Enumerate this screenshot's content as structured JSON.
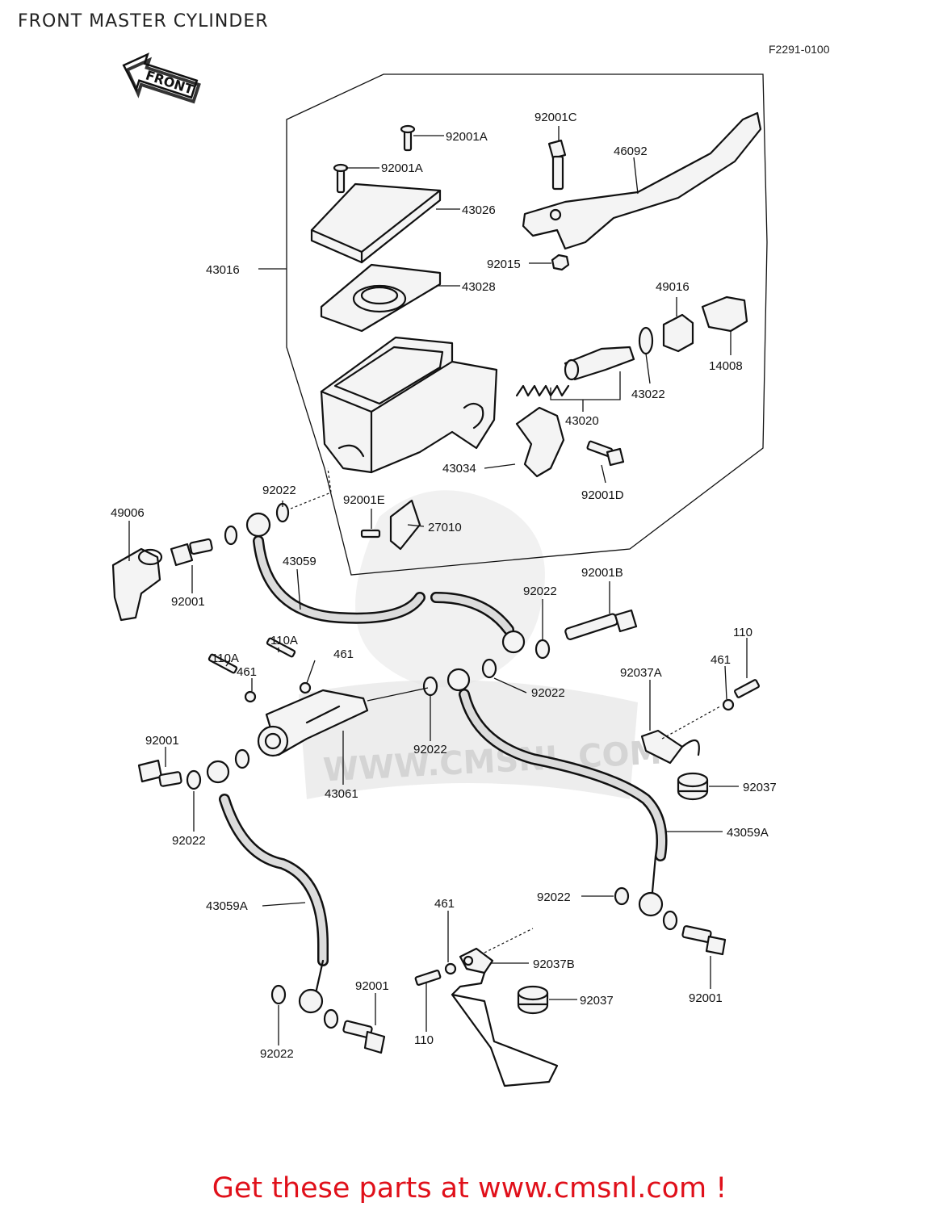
{
  "title": "FRONT MASTER CYLINDER",
  "diagram_code": "F2291-0100",
  "front_arrow_label": "FRONT",
  "watermark_text": "WWW.CMSNL.COM",
  "footer": "Get these parts at www.cmsnl.com !",
  "colors": {
    "footer": "#e0101a",
    "line": "#111111",
    "watermark": "#e6e6e6"
  },
  "labels": {
    "p92001A_top": "92001A",
    "p92001C": "92001C",
    "p92001A_mid": "92001A",
    "p46092": "46092",
    "p43026": "43026",
    "p43016": "43016",
    "p92015": "92015",
    "p43028": "43028",
    "p49016": "49016",
    "p43022": "43022",
    "p14008": "14008",
    "p43020": "43020",
    "p43034": "43034",
    "p92001D": "92001D",
    "p92022_a": "92022",
    "p92001E": "92001E",
    "p27010": "27010",
    "p49006": "49006",
    "p43059": "43059",
    "p92001_a": "92001",
    "p92001B": "92001B",
    "p92022_b": "92022",
    "p110A_a": "110A",
    "p110A_b": "110A",
    "p461_a": "461",
    "p461_b": "461",
    "p92022_c": "92022",
    "p461_c": "461",
    "p110_a": "110",
    "p92037A": "92037A",
    "p92001_b": "92001",
    "p92022_d": "92022",
    "p43061": "43061",
    "p92037_a": "92037",
    "p43059A_a": "43059A",
    "p92022_e": "92022",
    "p43059A_b": "43059A",
    "p461_d": "461",
    "p92022_f": "92022",
    "p92037B": "92037B",
    "p92001_c": "92001",
    "p92037_b": "92037",
    "p92001_d": "92001",
    "p110_b": "110",
    "p92022_g": "92022"
  }
}
